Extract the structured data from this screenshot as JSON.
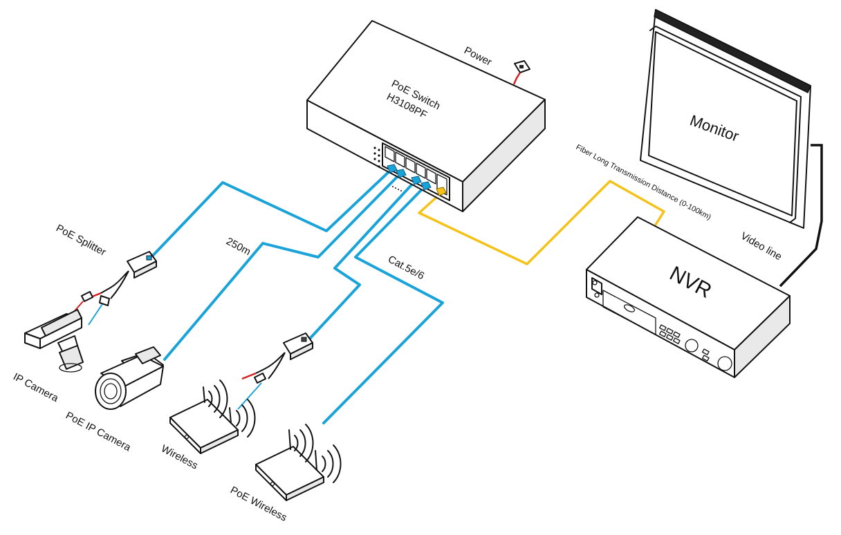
{
  "labels": {
    "switch_line1": "PoE Switch",
    "switch_line2": "H3108PF",
    "power": "Power",
    "monitor": "Monitor",
    "fiber": "Fiber Long Transmission Distance (0-100km)",
    "video_line": "Video line",
    "nvr": "NVR",
    "poe_splitter": "PoE Splitter",
    "distance": "250m",
    "cable_type": "Cat.5e/6",
    "ip_camera": "IP Camera",
    "poe_ip_camera": "PoE IP Camera",
    "wireless": "Wireless",
    "poe_wireless": "PoE Wireless"
  },
  "colors": {
    "ethernet_cable": "#1aa3d9",
    "fiber_cable": "#f5c21a",
    "power_red": "#d42020",
    "outline": "#111111"
  },
  "icons": {
    "switch": "poe-switch-icon",
    "monitor": "monitor-icon",
    "nvr": "nvr-recorder-icon",
    "splitter": "poe-splitter-icon",
    "ip_camera": "ip-camera-icon",
    "poe_camera": "poe-ip-camera-icon",
    "wireless_ap": "wireless-ap-icon",
    "power_outlet": "power-outlet-icon"
  }
}
